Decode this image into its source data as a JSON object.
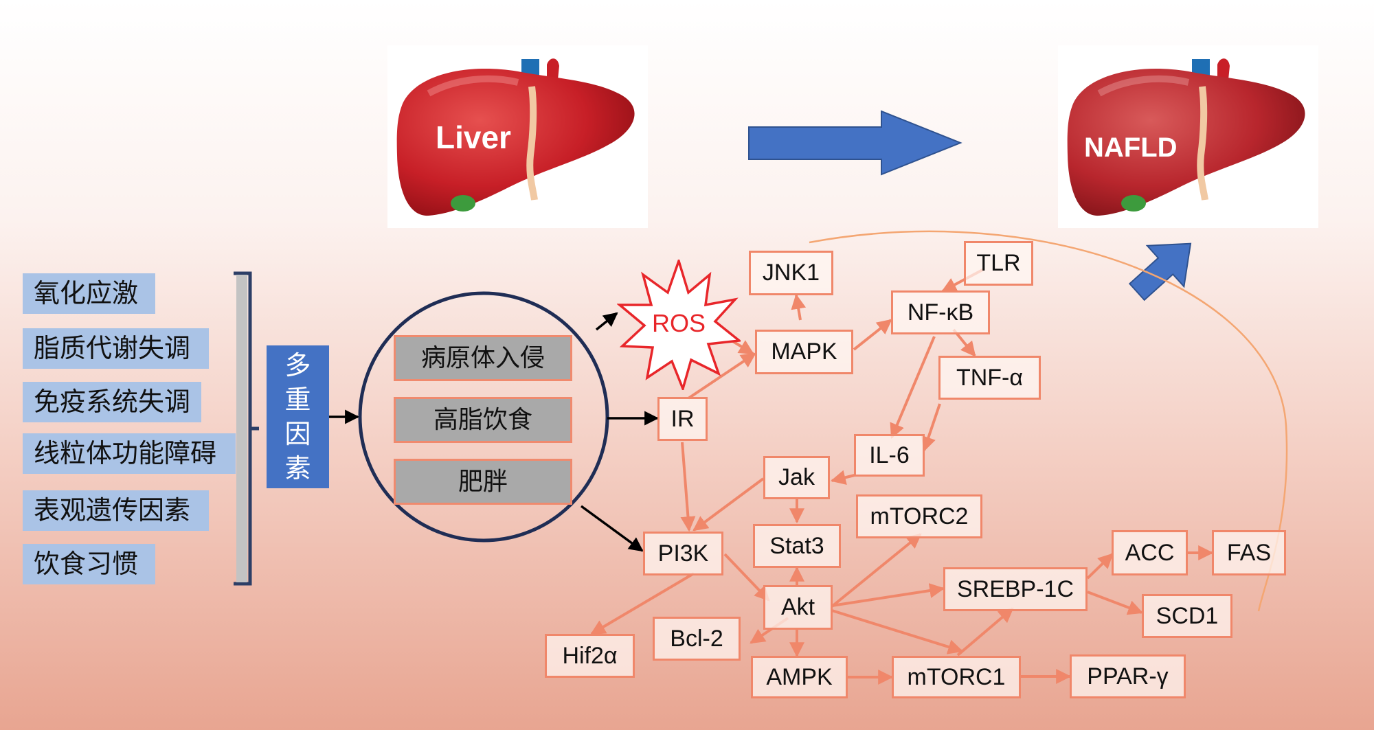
{
  "livers": {
    "left_label": "Liver",
    "right_label": "NAFLD"
  },
  "factors": [
    "氧化应激",
    "脂质代谢失调",
    "免疫系统失调",
    "线粒体功能障碍",
    "表观遗传因素",
    "饮食习惯"
  ],
  "multi_factor_chars": [
    "多",
    "重",
    "因",
    "素"
  ],
  "causes": [
    "病原体入侵",
    "高脂饮食",
    "肥胖"
  ],
  "ros_label": "ROS",
  "nodes": {
    "jnk1": "JNK1",
    "tlr": "TLR",
    "mapk": "MAPK",
    "nfkb": "NF-κB",
    "tnfa": "TNF-α",
    "ir": "IR",
    "il6": "IL-6",
    "jak": "Jak",
    "mtorc2": "mTORC2",
    "stat3": "Stat3",
    "pi3k": "PI3K",
    "acc": "ACC",
    "fas": "FAS",
    "srebp1c": "SREBP-1C",
    "akt": "Akt",
    "scd1": "SCD1",
    "bcl2": "Bcl-2",
    "hif2a": "Hif2α",
    "ampk": "AMPK",
    "mtorc1": "mTORC1",
    "ppar": "PPAR-γ"
  },
  "colors": {
    "factor_bg": "#aac3e6",
    "multi_bg": "#4472c4",
    "cause_bg": "#a9a9a9",
    "node_border": "#f0876a",
    "arrow_blue": "#4472c4",
    "ros_red": "#e8262a"
  }
}
